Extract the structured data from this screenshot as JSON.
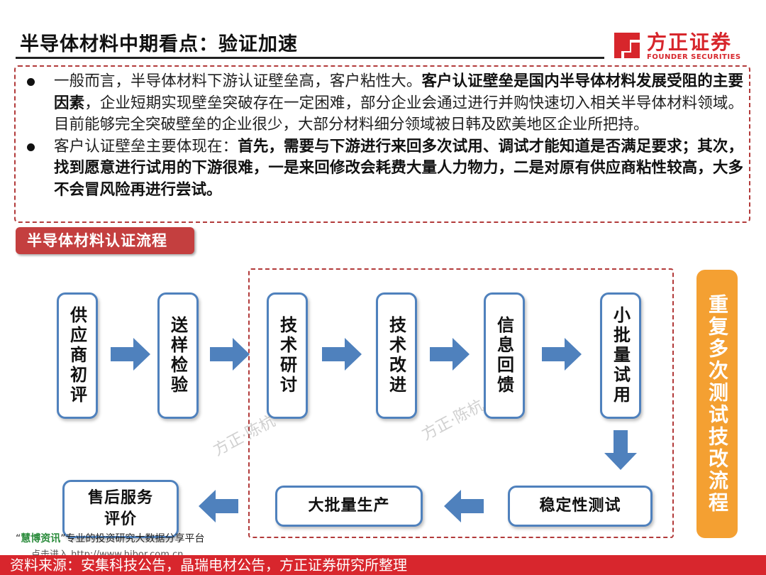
{
  "header": {
    "title": "半导体材料中期看点：验证加速",
    "logo": {
      "cn": "方正证券",
      "en": "FOUNDER SECURITIES"
    }
  },
  "bullets": [
    {
      "pre": "一般而言，半导体材料下游认证壁垒高，客户粘性大。",
      "bold": "客户认证壁垒是国内半导体材料发展受阻的主要因素",
      "post": "，企业短期实现壁垒突破存在一定困难，部分企业会通过进行并购快速切入相关半导体材料领域。目前能够完全突破壁垒的企业很少，大部分材料细分领域被日韩及欧美地区企业所把持。"
    },
    {
      "pre": "客户认证壁垒主要体现在：",
      "bold": "首先，需要与下游进行来回多次试用、调试才能知道是否满足要求；其次，找到愿意进行试用的下游很难，一是来回修改会耗费大量人力物力，二是对原有供应商粘性较高，大多不会冒风险再进行尝试。",
      "post": ""
    }
  ],
  "section_tab": "半导体材料认证流程",
  "flow": {
    "steps": [
      {
        "id": "supplier",
        "label": "供应商初评"
      },
      {
        "id": "sample",
        "label": "送样检验"
      },
      {
        "id": "tech-discuss",
        "label": "技术研讨"
      },
      {
        "id": "tech-improve",
        "label": "技术改进"
      },
      {
        "id": "feedback",
        "label": "信息回馈"
      },
      {
        "id": "small-trial",
        "label": "小批量试用"
      },
      {
        "id": "stability",
        "label": "稳定性测试"
      },
      {
        "id": "mass-production",
        "label": "大批量生产"
      },
      {
        "id": "after-sales",
        "line1": "售后服务",
        "line2": "评价"
      }
    ],
    "repeat_label": "重复多次测试技改流程"
  },
  "watermarks": [
    "方正·陈杭",
    "方正·陈杭"
  ],
  "platform": {
    "quote_open": "“",
    "name": "慧博资讯",
    "quote_close": "”",
    "slogan": "专业的投资研究大数据分享平台",
    "url": "点击进入 http://www.hibor.com.cn"
  },
  "footer": {
    "source": "资料来源：安集科技公告，晶瑞电材公告，方正证券研究所整理"
  },
  "colors": {
    "accent_red": "#d7262c",
    "flow_blue": "#4f81bd",
    "repeat_orange": "#f4a032",
    "tab_red": "#c43f3f"
  }
}
